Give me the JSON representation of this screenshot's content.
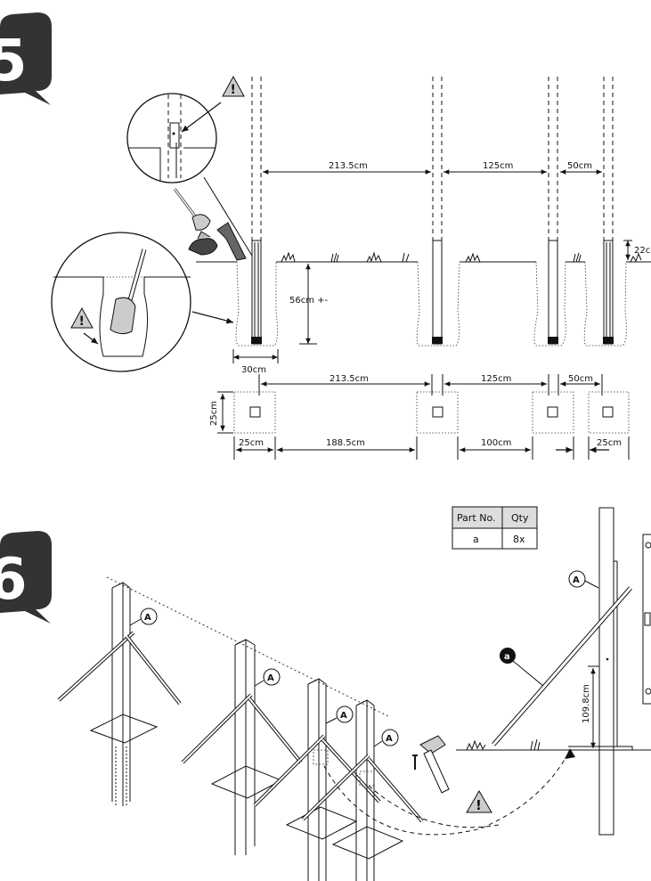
{
  "steps": {
    "top": "5",
    "bottom": "6"
  },
  "top_dims": {
    "span1": "213.5cm",
    "span2": "125cm",
    "span3": "50cm",
    "above_ground": "22c",
    "depth": "56cm +-",
    "hole_width": "30cm"
  },
  "plan_dims": {
    "span1": "213.5cm",
    "span2": "125cm",
    "span3": "50cm",
    "hole_side": "25cm",
    "hole_width": "25cm",
    "gap1": "188.5cm",
    "gap2": "100cm",
    "gap3": "25cm"
  },
  "part_table": {
    "headers": [
      "Part No.",
      "Qty"
    ],
    "rows": [
      [
        "a",
        "8x"
      ]
    ]
  },
  "post_label": "A",
  "brace_label": "a",
  "brace_height": "109.8cm",
  "warning_symbol": "!",
  "colors": {
    "ink": "#111111",
    "badge": "#333333",
    "ground_fill": "#e6e6e6"
  }
}
